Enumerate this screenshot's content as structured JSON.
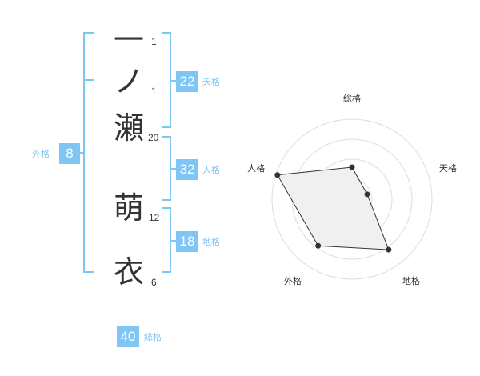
{
  "name": {
    "characters": [
      {
        "char": "一",
        "strokes": "1"
      },
      {
        "char": "ノ",
        "strokes": "1"
      },
      {
        "char": "瀬",
        "strokes": "20"
      },
      {
        "char": "萌",
        "strokes": "12"
      },
      {
        "char": "衣",
        "strokes": "6"
      }
    ]
  },
  "fortune": {
    "tenkaku": {
      "value": "22",
      "label": "天格"
    },
    "jinkaku": {
      "value": "32",
      "label": "人格"
    },
    "chikaku": {
      "value": "18",
      "label": "地格"
    },
    "gaikaku": {
      "value": "8",
      "label": "外格"
    },
    "soukaku": {
      "value": "40",
      "label": "総格"
    }
  },
  "chart_data": {
    "type": "radar",
    "axes": [
      "総格",
      "天格",
      "地格",
      "外格",
      "人格"
    ],
    "values": [
      0.4,
      0.2,
      0.78,
      0.72,
      0.98
    ],
    "rings": 4,
    "colors": {
      "fill": "#eeeeee",
      "line": "#333333",
      "grid": "#dddddd",
      "accent": "#7fc6f4"
    }
  }
}
